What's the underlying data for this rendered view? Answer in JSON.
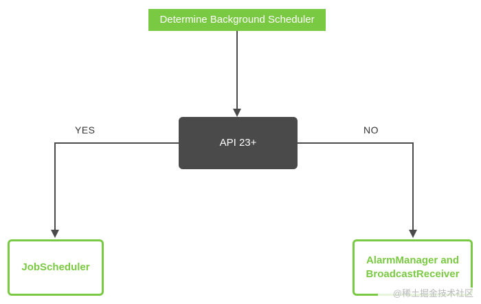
{
  "diagram": {
    "start_node": {
      "label": "Determine Background Scheduler"
    },
    "decision_node": {
      "label": "API 23+"
    },
    "branches": {
      "yes_label": "YES",
      "no_label": "NO"
    },
    "result_nodes": {
      "yes_result": "JobScheduler",
      "no_result": "AlarmManager and BroadcastReceiver"
    },
    "colors": {
      "accent_green": "#7ac943",
      "decision_fill": "#4a4a4a",
      "connector": "#4a4a4a",
      "text_dark": "#333333"
    }
  },
  "watermark": {
    "text": "@稀土掘金技术社区"
  }
}
